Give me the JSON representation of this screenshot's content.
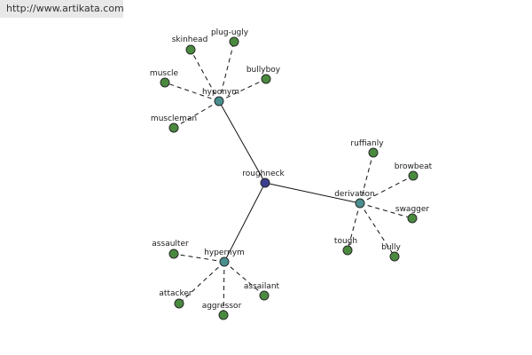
{
  "header": {
    "url": "http://www.artikata.com"
  },
  "graph": {
    "colors": {
      "center": "#3c3f8f",
      "hub": "#4a8f8f",
      "leaf": "#4a8a3f"
    },
    "center": {
      "label": "roughneck"
    },
    "hubs": [
      {
        "label": "hyponym",
        "leaves": [
          "skinhead",
          "plug-ugly",
          "muscle",
          "bullyboy",
          "muscleman"
        ]
      },
      {
        "label": "derivation",
        "leaves": [
          "ruffianly",
          "browbeat",
          "swagger",
          "tough",
          "bully"
        ]
      },
      {
        "label": "hypernym",
        "leaves": [
          "assaulter",
          "assailant",
          "attacker",
          "aggressor"
        ]
      }
    ]
  }
}
